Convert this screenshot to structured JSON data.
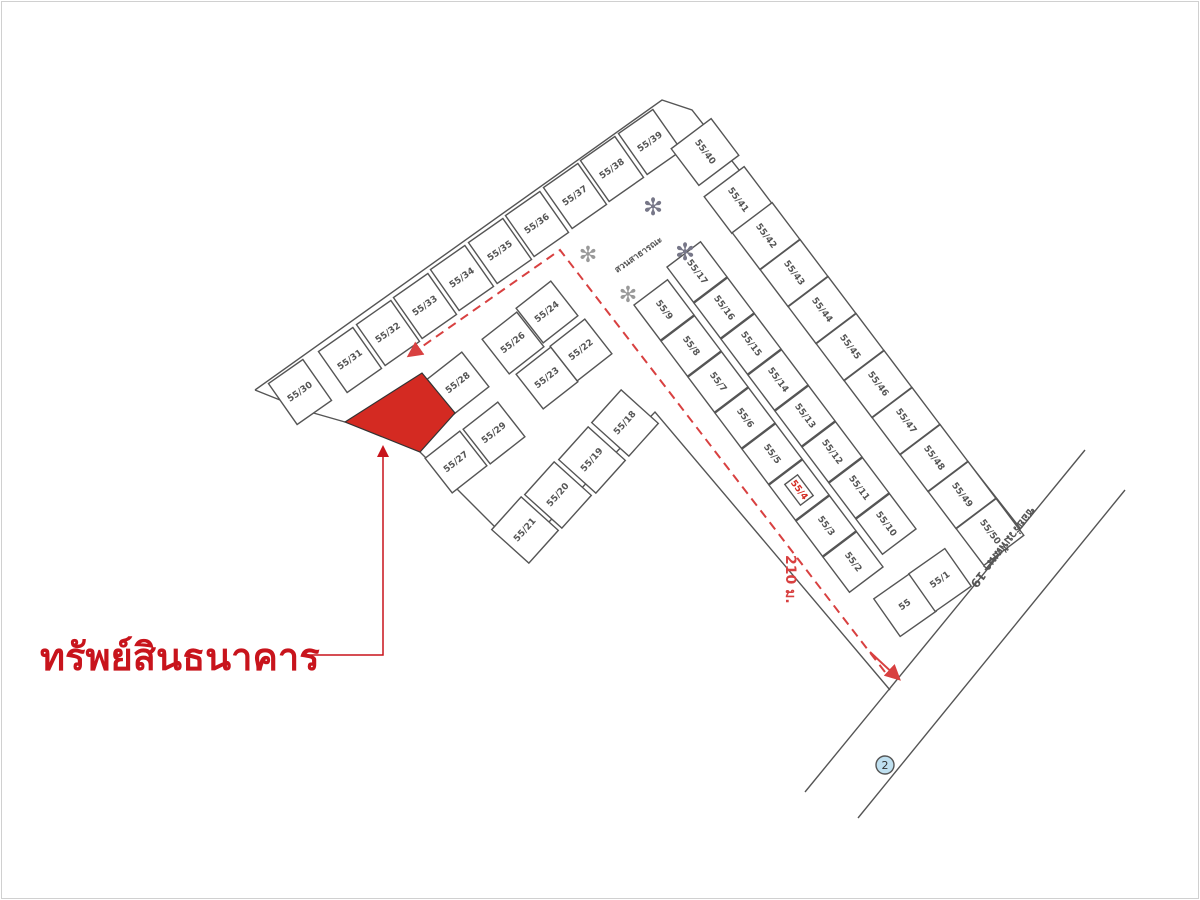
{
  "callout": {
    "label": "ทรัพย์สินธนาคาร",
    "color": "#c8141c"
  },
  "park_label": "สวนสาธารณะ",
  "road_label": "ซอยร่วมพัฒนา 19",
  "road_marker": "2",
  "distance_label": "210 ม.",
  "highlighted_plot": "55/4",
  "colors": {
    "property": "#d42a22",
    "route": "#d84040",
    "highlight": "#e8e060",
    "lines": "#555555"
  },
  "plots": {
    "top_row": [
      "55/30",
      "55/31",
      "55/32",
      "55/33",
      "55/34",
      "55/35",
      "55/36",
      "55/37",
      "55/38",
      "55/39"
    ],
    "right_column": [
      "55/40",
      "55/41",
      "55/42",
      "55/43",
      "55/44",
      "55/45",
      "55/46",
      "55/47",
      "55/48",
      "55/49",
      "55/50"
    ],
    "center_right": [
      "55/17",
      "55/16",
      "55/15",
      "55/14",
      "55/13",
      "55/12",
      "55/11",
      "55/10"
    ],
    "center_left": [
      "55/9",
      "55/8",
      "55/7",
      "55/6",
      "55/5",
      "55/4",
      "55/3",
      "55/2"
    ],
    "road_front": [
      "55",
      "55/1"
    ],
    "block_a": [
      "55/26",
      "55/24",
      "55/23",
      "55/22"
    ],
    "block_b": [
      "55/28",
      "55/29",
      "55/27"
    ],
    "bottom_row": [
      "55/21",
      "55/20",
      "55/19",
      "55/18"
    ]
  }
}
